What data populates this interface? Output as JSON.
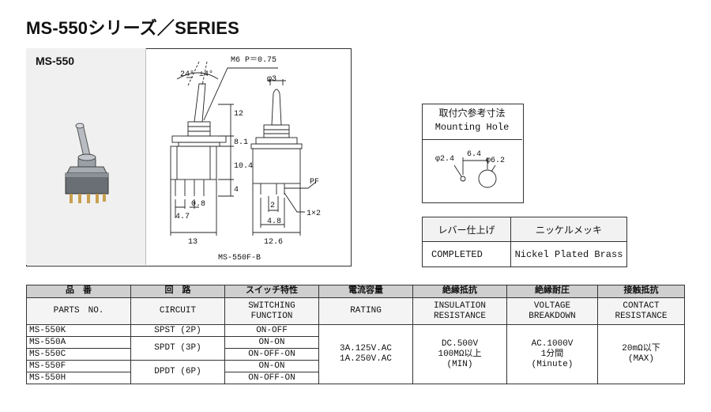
{
  "title": "MS-550シリーズ／SERIES",
  "model_label": "MS-550",
  "drawing": {
    "angle_label": "24° ±4°",
    "thread_label": "M6 P＝0.75",
    "diameter_label": "φ3",
    "dim_12": "12",
    "dim_8_1": "8.1",
    "dim_10_4": "10.4",
    "dim_4": "4",
    "dim_4_7": "4.7",
    "dim_0_8": "0.8",
    "dim_13": "13",
    "dim_2": "2",
    "dim_4_8": "4.8",
    "dim_12_6": "12.6",
    "pf_label": "PF",
    "slot_label": "1×2",
    "model_code": "MS-550F-B"
  },
  "mounting_hole": {
    "title_jp": "取付穴参考寸法",
    "title_en": "Mounting Hole",
    "d1": "φ2.4",
    "spacing": "6.4",
    "d2": "φ6.2"
  },
  "finish": {
    "header_jp": "レバー仕上げ",
    "header_value": "ニッケルメッキ",
    "row_label": "COMPLETED",
    "row_value": "Nickel Plated Brass"
  },
  "table": {
    "headers_jp": [
      "品　番",
      "回　路",
      "スイッチ特性",
      "電流容量",
      "絶縁抵抗",
      "絶縁耐圧",
      "接触抵抗"
    ],
    "headers_en": [
      [
        "PARTS　NO."
      ],
      [
        "CIRCUIT"
      ],
      [
        "SWITCHING",
        "FUNCTION"
      ],
      [
        "RATING"
      ],
      [
        "INSULATION",
        "RESISTANCE"
      ],
      [
        "VOLTAGE",
        "BREAKDOWN"
      ],
      [
        "CONTACT",
        "RESISTANCE"
      ]
    ],
    "parts": [
      "MS-550K",
      "MS-550A",
      "MS-550C",
      "MS-550F",
      "MS-550H"
    ],
    "circuits": [
      "SPST (2P)",
      "SPDT (3P)",
      "DPDT (6P)"
    ],
    "functions": [
      "ON-OFF",
      "ON-ON",
      "ON-OFF-ON",
      "ON-ON",
      "ON-OFF-ON"
    ],
    "rating": [
      "3A.125V.AC",
      "1A.250V.AC"
    ],
    "insulation": [
      "DC.500V",
      "100MΩ以上",
      "(MIN)"
    ],
    "breakdown": [
      "AC.1000V",
      "1分間",
      "(Minute)"
    ],
    "contact": [
      "20mΩ以下",
      "(MAX)"
    ]
  }
}
